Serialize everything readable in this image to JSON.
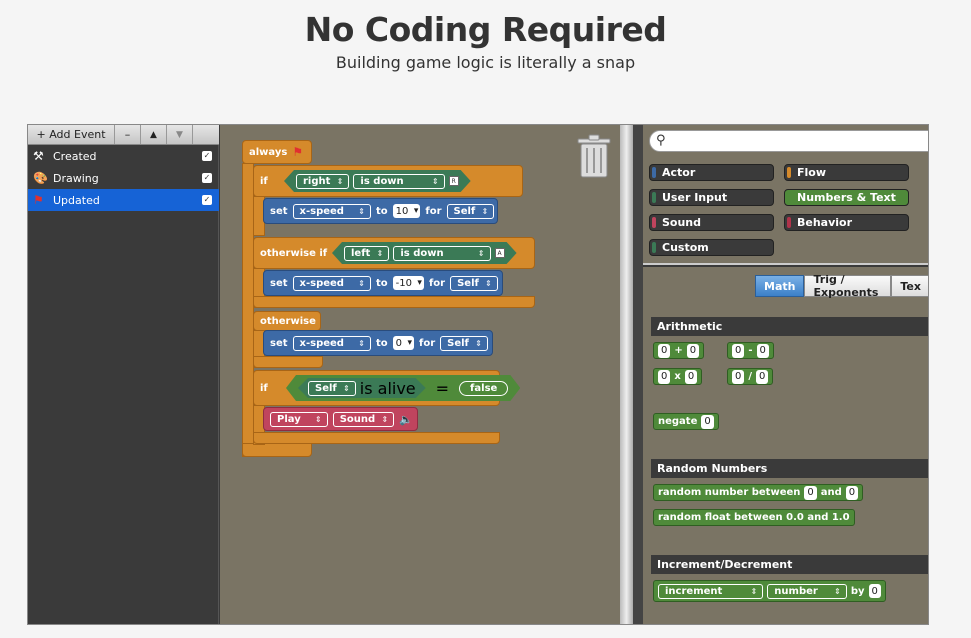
{
  "header": {
    "title": "No Coding Required",
    "subtitle": "Building game logic is literally a snap"
  },
  "toolbar": {
    "add_event": "+ Add Event",
    "remove": "–",
    "up": "▲",
    "down": "▼"
  },
  "events": [
    {
      "label": "Created",
      "icon": "wand-icon",
      "glyph": "⚒"
    },
    {
      "label": "Drawing",
      "icon": "palette-icon",
      "glyph": "🎨"
    },
    {
      "label": "Updated",
      "icon": "run-icon",
      "glyph": "⚑"
    }
  ],
  "script": {
    "always": "always",
    "if1": {
      "kw": "if",
      "key": "right",
      "state": "is down"
    },
    "set1": {
      "set": "set",
      "prop": "x-speed",
      "to": "to",
      "val": "10",
      "for": "for",
      "target": "Self"
    },
    "otherwise_if": {
      "kw": "otherwise if",
      "key": "left",
      "state": "is down"
    },
    "set2": {
      "set": "set",
      "prop": "x-speed",
      "to": "to",
      "val": "-10",
      "for": "for",
      "target": "Self"
    },
    "otherwise": "otherwise",
    "set3": {
      "set": "set",
      "prop": "x-speed",
      "to": "to",
      "val": "0",
      "for": "for",
      "target": "Self"
    },
    "if2": {
      "kw": "if",
      "obj": "Self",
      "is_alive": "is alive",
      "eq": "=",
      "val": "false"
    },
    "play": {
      "action": "Play",
      "what": "Sound"
    }
  },
  "palette": {
    "categories": [
      {
        "label": "Actor",
        "color": "#3d6aa6",
        "on": false
      },
      {
        "label": "Flow",
        "color": "#d58a2b",
        "on": false
      },
      {
        "label": "User Input",
        "color": "#3b7a56",
        "on": false
      },
      {
        "label": "Numbers & Text",
        "color": "#4f8a3a",
        "on": true
      },
      {
        "label": "Sound",
        "color": "#c0445e",
        "on": false
      },
      {
        "label": "Behavior",
        "color": "#b0334a",
        "on": false
      },
      {
        "label": "Custom",
        "color": "#3b7a56",
        "on": false
      }
    ],
    "tabs": [
      "Math",
      "Trig / Exponents",
      "Tex"
    ],
    "sections": {
      "arithmetic": "Arithmetic",
      "random": "Random Numbers",
      "increment": "Increment/Decrement"
    },
    "arith": {
      "zero": "0",
      "plus": "+",
      "minus": "-",
      "times": "x",
      "div": "/",
      "negate": "negate"
    },
    "random_between": {
      "label": "random number between",
      "a": "0",
      "and": "and",
      "b": "0"
    },
    "random_float": "random float between 0.0 and 1.0",
    "incr": {
      "op": "increment",
      "var": "number",
      "by": "by",
      "val": "0"
    }
  }
}
